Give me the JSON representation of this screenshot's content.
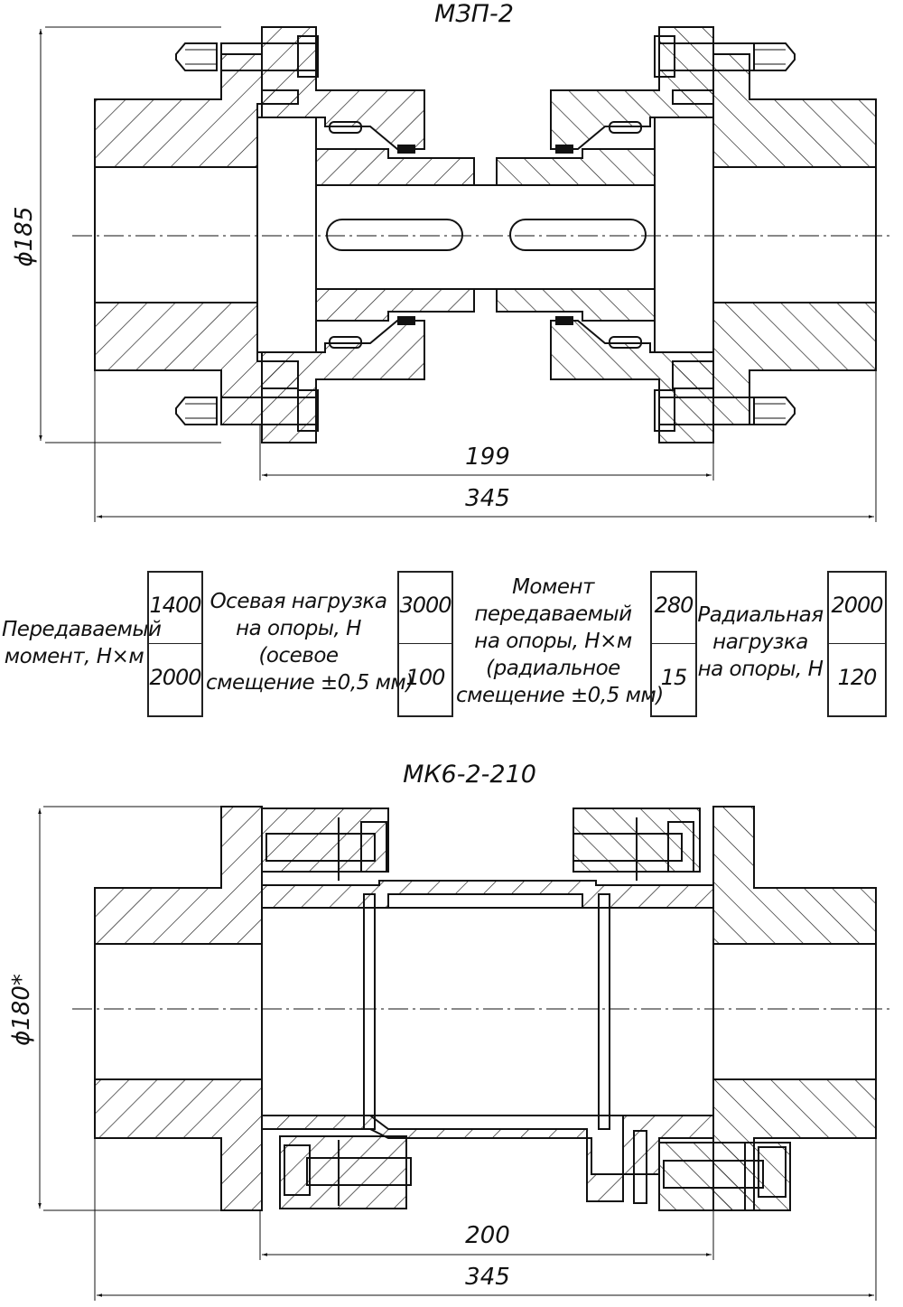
{
  "drawing_top": {
    "title": "МЗП-2",
    "diameter": "ϕ185",
    "dim_inner": "199",
    "dim_outer": "345"
  },
  "table": {
    "groups": [
      {
        "label_lines": [
          "Передаваемый",
          "момент, Н×м"
        ],
        "values": [
          "1400",
          "2000"
        ]
      },
      {
        "label_lines": [
          "Осевая нагрузка",
          "на опоры, Н",
          "(осевое",
          "смещение ±0,5 мм)"
        ],
        "values": [
          "3000",
          "100"
        ]
      },
      {
        "label_lines": [
          "Момент",
          "передаваемый",
          "на опоры, Н×м",
          "(радиальное",
          "смещение ±0,5 мм)"
        ],
        "values": [
          "280",
          "15"
        ]
      },
      {
        "label_lines": [
          "Радиальная",
          "нагрузка",
          "на опоры, Н"
        ],
        "values": [
          "2000",
          "120"
        ]
      }
    ]
  },
  "drawing_bottom": {
    "title": "МК6-2-210",
    "diameter": "ϕ180*",
    "dim_inner": "200",
    "dim_outer": "345"
  }
}
